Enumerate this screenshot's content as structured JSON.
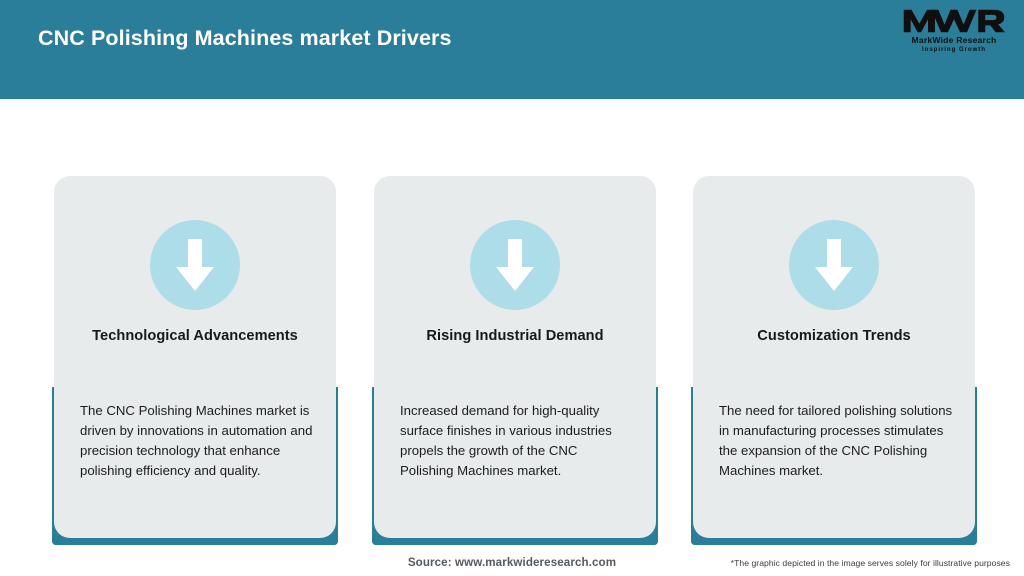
{
  "header": {
    "title": "CNC Polishing Machines market Drivers",
    "background_color": "#2b7e99",
    "title_color": "#ffffff"
  },
  "logo": {
    "mark": "MWR",
    "name": "MarkWide Research",
    "tagline": "Inspiring Growth"
  },
  "theme": {
    "accent_teal": "#2b7e99",
    "card_bg": "#e7ebec",
    "icon_circle": "#addde9",
    "arrow_color": "#ffffff",
    "page_bg": "#ffffff"
  },
  "cards": [
    {
      "icon": "arrow-down-icon",
      "title": "Technological Advancements",
      "body": "The CNC Polishing Machines market is driven by innovations in automation and precision technology that enhance polishing efficiency and quality."
    },
    {
      "icon": "arrow-down-icon",
      "title": "Rising Industrial Demand",
      "body": "Increased demand for high-quality surface finishes in various industries propels the growth of the CNC Polishing Machines market."
    },
    {
      "icon": "arrow-down-icon",
      "title": "Customization Trends",
      "body": "The need for tailored polishing solutions in manufacturing processes stimulates the expansion of the CNC Polishing Machines market."
    }
  ],
  "footer": {
    "source": "Source: www.markwideresearch.com",
    "disclaimer": "*The graphic depicted in the image serves solely for illustrative purposes"
  }
}
